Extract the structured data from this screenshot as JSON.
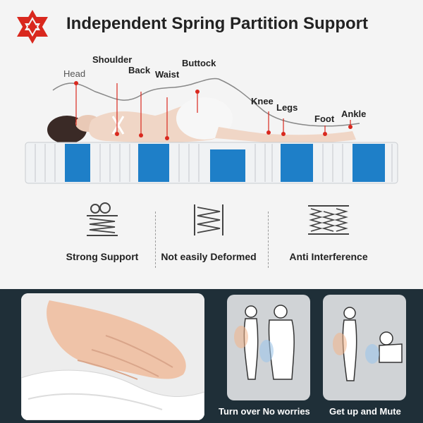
{
  "title": "Independent Spring Partition Support",
  "logo_icon": "star-of-david-logo",
  "body_parts": [
    "Head",
    "Shoulder",
    "Back",
    "Waist",
    "Buttock",
    "Knee",
    "Legs",
    "Foot",
    "Ankle"
  ],
  "features": [
    {
      "label": "Strong Support",
      "icon": "spring-weight-icon"
    },
    {
      "label": "Not easily Deformed",
      "icon": "spring-compress-icon"
    },
    {
      "label": "Anti Interference",
      "icon": "spring-press-icon"
    }
  ],
  "cards": [
    {
      "label": "Turn over No worries"
    },
    {
      "label": "Get up and Mute"
    }
  ],
  "colors": {
    "accent_red": "#d9281e",
    "spring_blue": "#1e7fc8",
    "bottom_bg": "#1f2f38",
    "card_bg": "#d0d3d6"
  }
}
